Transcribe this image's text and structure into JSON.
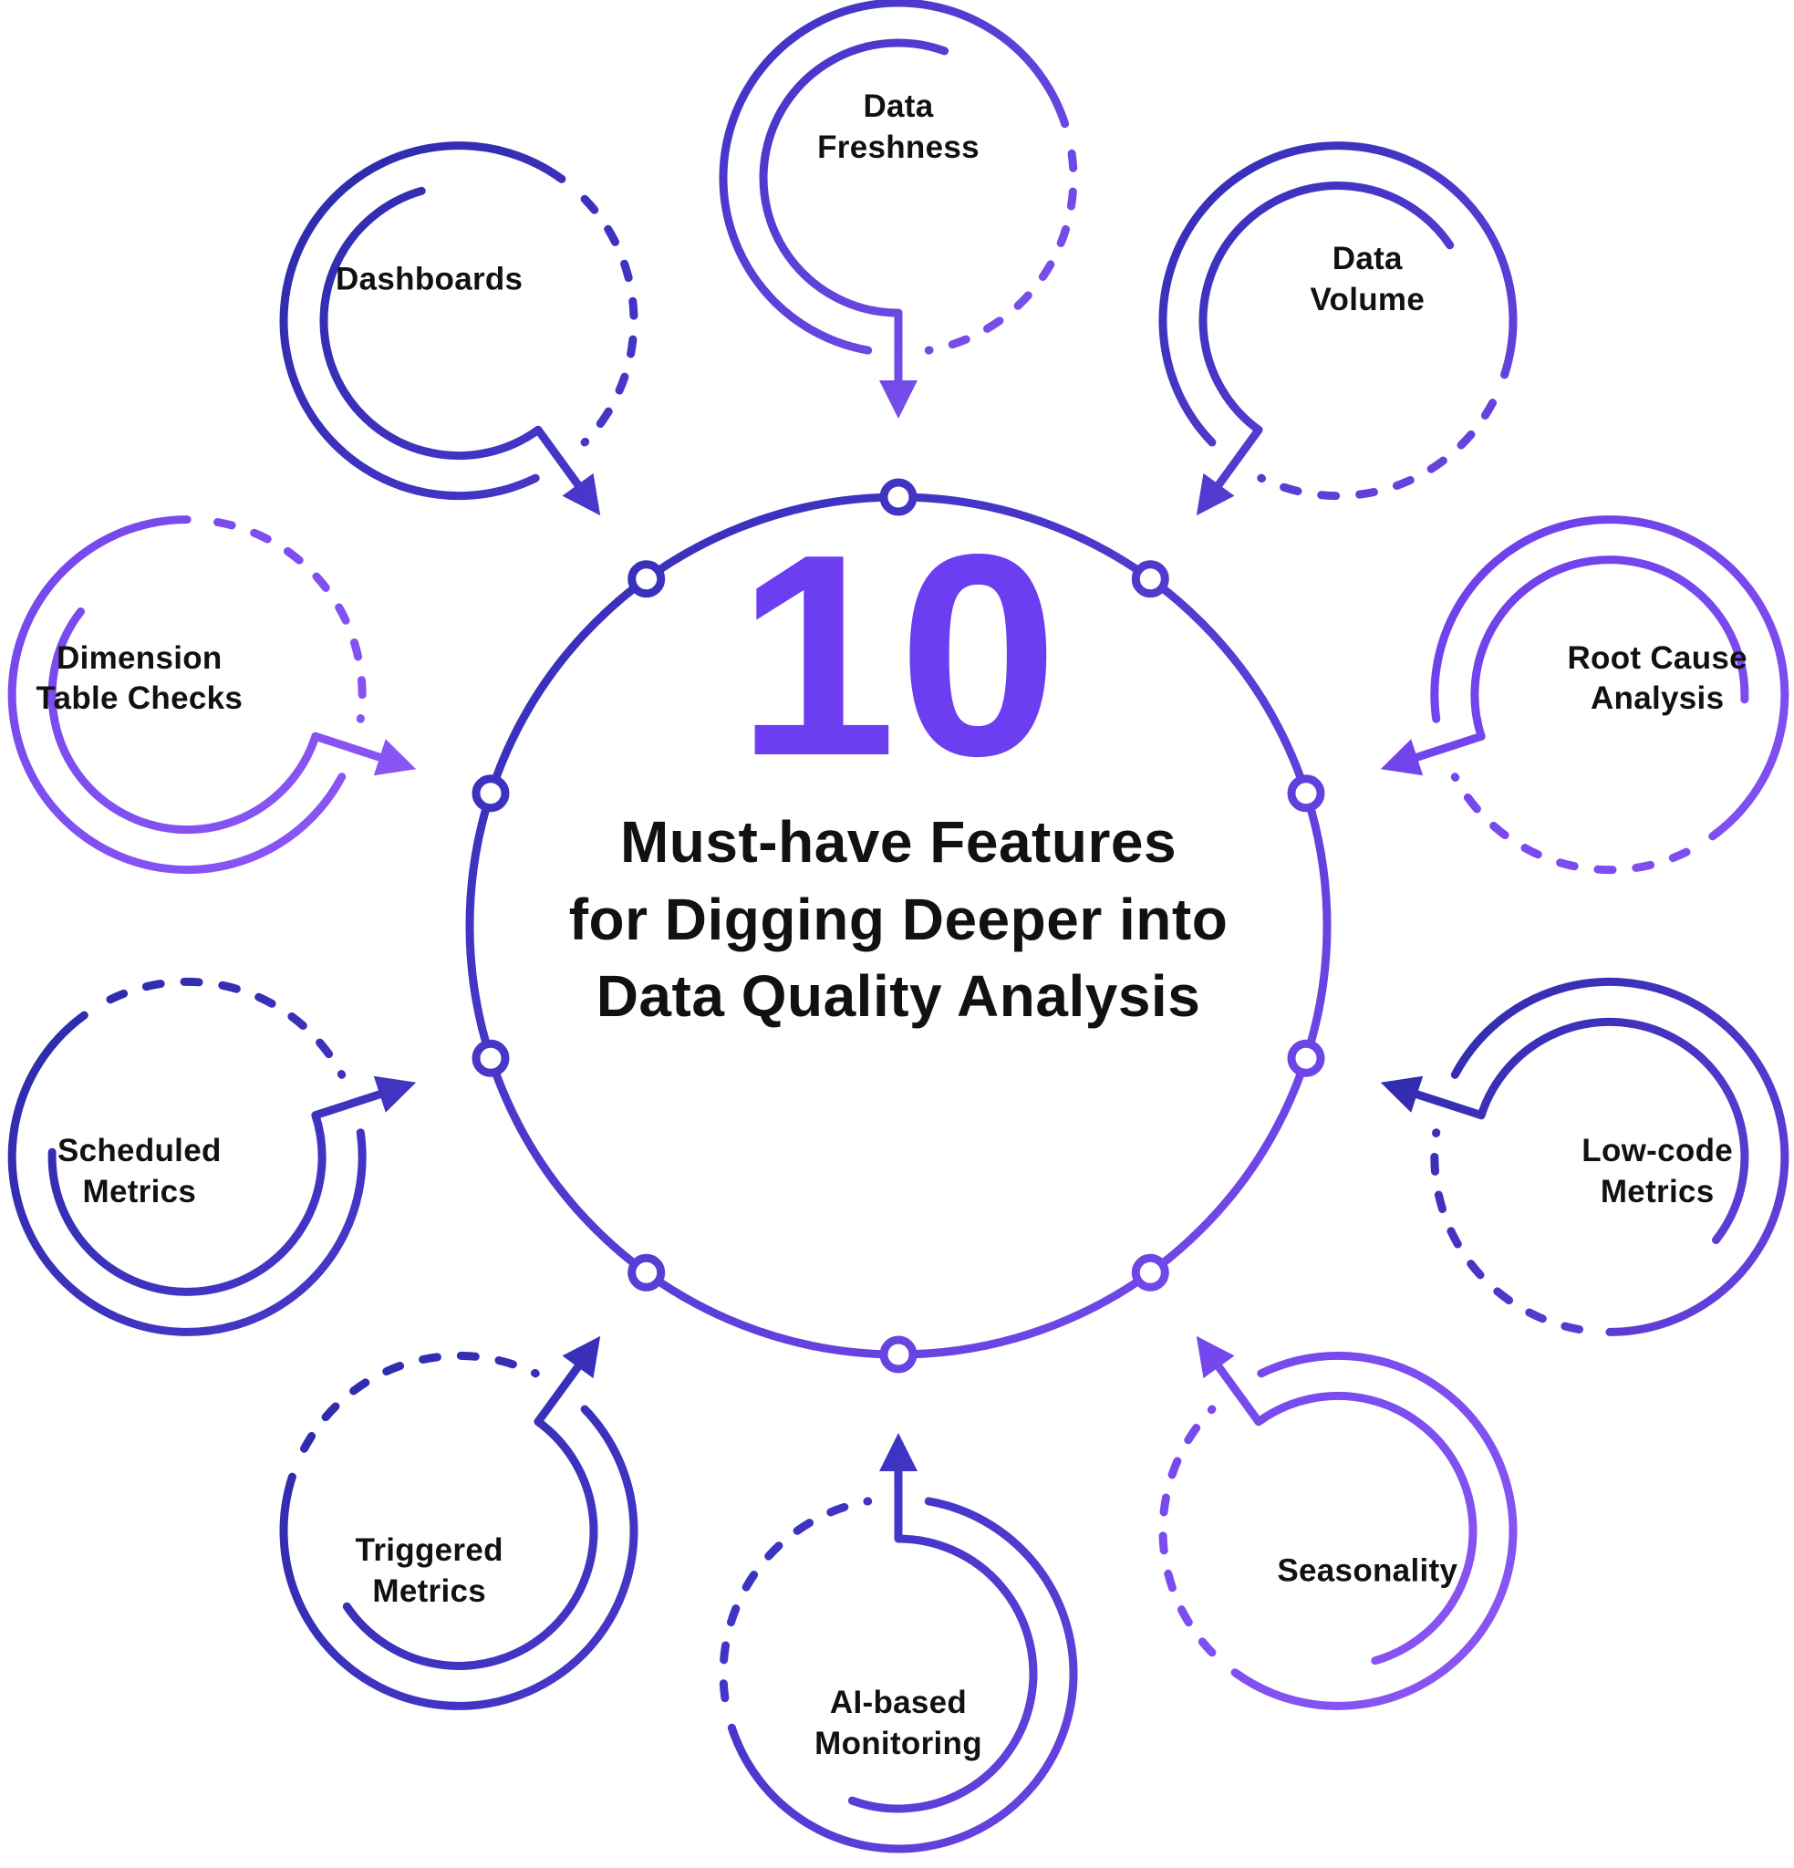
{
  "title": {
    "number": "10",
    "text": "Must-have Features\nfor Digging Deeper into\nData Quality Analysis"
  },
  "satellites": [
    {
      "label": "Data\nFreshness"
    },
    {
      "label": "Data\nVolume"
    },
    {
      "label": "Root Cause\nAnalysis"
    },
    {
      "label": "Low-code\nMetrics"
    },
    {
      "label": "Seasonality"
    },
    {
      "label": "AI-based\nMonitoring"
    },
    {
      "label": "Triggered\nMetrics"
    },
    {
      "label": "Scheduled\nMetrics"
    },
    {
      "label": "Dimension\nTable Checks"
    },
    {
      "label": "Dashboards"
    }
  ],
  "colors": {
    "indigo": "#2B2AAA",
    "violet": "#7B4BF0",
    "number_accent": "#6C3DF1",
    "text": "#111111",
    "background": "#FFFFFF"
  }
}
